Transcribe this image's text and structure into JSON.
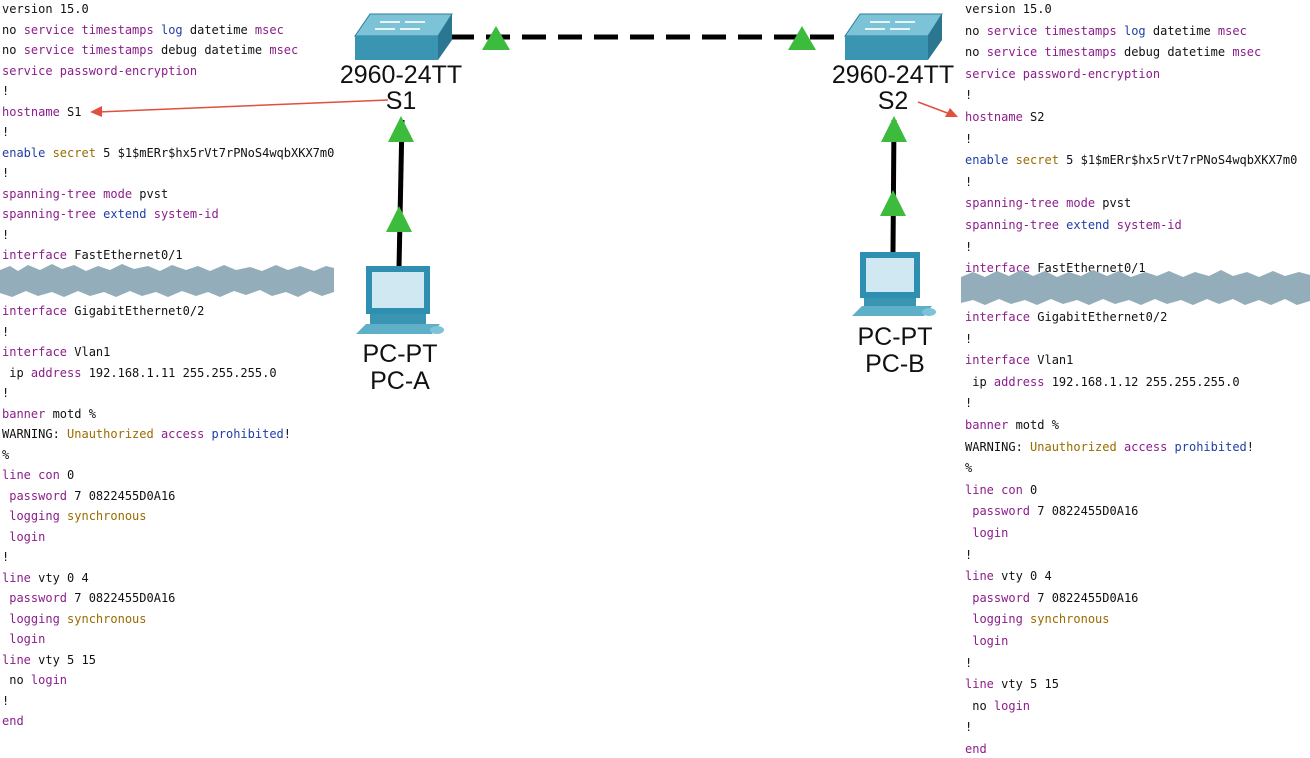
{
  "left_config": [
    [
      [
        "version ",
        ""
      ],
      [
        "15.0",
        ""
      ]
    ],
    [
      [
        "no ",
        ""
      ],
      [
        "service ",
        "kw"
      ],
      [
        "timestamps ",
        "kw"
      ],
      [
        "log ",
        "bl"
      ],
      [
        "datetime ",
        ""
      ],
      [
        "msec",
        "kw"
      ]
    ],
    [
      [
        "no ",
        ""
      ],
      [
        "service ",
        "kw"
      ],
      [
        "timestamps ",
        "kw"
      ],
      [
        "debug ",
        ""
      ],
      [
        "datetime ",
        ""
      ],
      [
        "msec",
        "kw"
      ]
    ],
    [
      [
        "service ",
        "kw"
      ],
      [
        "password-encryption",
        "kw"
      ]
    ],
    [
      [
        "!",
        ""
      ]
    ],
    [
      [
        "hostname ",
        "kw"
      ],
      [
        "S1",
        ""
      ]
    ],
    [
      [
        "!",
        ""
      ]
    ],
    [
      [
        "enable ",
        "bl"
      ],
      [
        "secret ",
        "ol"
      ],
      [
        "5 $1$mERr$hx5rVt7rPNoS4wqbXKX7m0",
        ""
      ]
    ],
    [
      [
        "!",
        ""
      ]
    ],
    [
      [
        "spanning-tree ",
        "kw"
      ],
      [
        "mode ",
        "kw"
      ],
      [
        "pvst",
        ""
      ]
    ],
    [
      [
        "spanning-tree ",
        "kw"
      ],
      [
        "extend ",
        "bl"
      ],
      [
        "system-id",
        "kw"
      ]
    ],
    [
      [
        "!",
        ""
      ]
    ],
    [
      [
        "interface ",
        "kw"
      ],
      [
        "FastEthernet0/1",
        ""
      ]
    ],
    [
      [
        "interface ",
        "kw"
      ],
      [
        "GigabitEthernet0/2",
        ""
      ]
    ],
    [
      [
        "!",
        ""
      ]
    ],
    [
      [
        "interface ",
        "kw"
      ],
      [
        "Vlan1",
        ""
      ]
    ],
    [
      [
        " ip ",
        ""
      ],
      [
        "address ",
        "kw"
      ],
      [
        "192.168.1.11 255.255.255.0",
        ""
      ]
    ],
    [
      [
        "!",
        ""
      ]
    ],
    [
      [
        "banner ",
        "kw"
      ],
      [
        "motd %",
        ""
      ]
    ],
    [
      [
        "WARNING",
        ""
      ],
      [
        ": ",
        ""
      ],
      [
        "Unauthorized ",
        "ol"
      ],
      [
        "access ",
        "kw"
      ],
      [
        "prohibited",
        "bl"
      ],
      [
        "!",
        ""
      ]
    ],
    [
      [
        "%",
        ""
      ]
    ],
    [
      [
        "line ",
        "kw"
      ],
      [
        "con ",
        "kw"
      ],
      [
        "0",
        ""
      ]
    ],
    [
      [
        " password ",
        "kw"
      ],
      [
        "7 0822455D0A16",
        ""
      ]
    ],
    [
      [
        " logging ",
        "kw"
      ],
      [
        "synchronous",
        "ol"
      ]
    ],
    [
      [
        " login",
        "kw"
      ]
    ],
    [
      [
        "!",
        ""
      ]
    ],
    [
      [
        "line ",
        "kw"
      ],
      [
        "vty ",
        ""
      ],
      [
        "0 4",
        ""
      ]
    ],
    [
      [
        " password ",
        "kw"
      ],
      [
        "7 0822455D0A16",
        ""
      ]
    ],
    [
      [
        " logging ",
        "kw"
      ],
      [
        "synchronous",
        "ol"
      ]
    ],
    [
      [
        " login",
        "kw"
      ]
    ],
    [
      [
        "line ",
        "kw"
      ],
      [
        "vty ",
        ""
      ],
      [
        "5 15",
        ""
      ]
    ],
    [
      [
        " no ",
        ""
      ],
      [
        "login",
        "kw"
      ]
    ],
    [
      [
        "!",
        ""
      ]
    ],
    [
      [
        "end",
        "kw"
      ]
    ]
  ],
  "right_config": [
    [
      [
        "version ",
        ""
      ],
      [
        "15.0",
        ""
      ]
    ],
    [
      [
        "no ",
        ""
      ],
      [
        "service ",
        "kw"
      ],
      [
        "timestamps ",
        "kw"
      ],
      [
        "log ",
        "bl"
      ],
      [
        "datetime ",
        ""
      ],
      [
        "msec",
        "kw"
      ]
    ],
    [
      [
        "no ",
        ""
      ],
      [
        "service ",
        "kw"
      ],
      [
        "timestamps ",
        "kw"
      ],
      [
        "debug ",
        ""
      ],
      [
        "datetime ",
        ""
      ],
      [
        "msec",
        "kw"
      ]
    ],
    [
      [
        "service ",
        "kw"
      ],
      [
        "password-encryption",
        "kw"
      ]
    ],
    [
      [
        "!",
        ""
      ]
    ],
    [
      [
        "hostname ",
        "kw"
      ],
      [
        "S2",
        ""
      ]
    ],
    [
      [
        "!",
        ""
      ]
    ],
    [
      [
        "enable ",
        "bl"
      ],
      [
        "secret ",
        "ol"
      ],
      [
        "5 $1$mERr$hx5rVt7rPNoS4wqbXKX7m0",
        ""
      ]
    ],
    [
      [
        "!",
        ""
      ]
    ],
    [
      [
        "spanning-tree ",
        "kw"
      ],
      [
        "mode ",
        "kw"
      ],
      [
        "pvst",
        ""
      ]
    ],
    [
      [
        "spanning-tree ",
        "kw"
      ],
      [
        "extend ",
        "bl"
      ],
      [
        "system-id",
        "kw"
      ]
    ],
    [
      [
        "!",
        ""
      ]
    ],
    [
      [
        "interface ",
        "kw"
      ],
      [
        "FastEthernet0/1",
        ""
      ]
    ],
    [
      [
        "interface ",
        "kw"
      ],
      [
        "GigabitEthernet0/2",
        ""
      ]
    ],
    [
      [
        "!",
        ""
      ]
    ],
    [
      [
        "interface ",
        "kw"
      ],
      [
        "Vlan1",
        ""
      ]
    ],
    [
      [
        " ip ",
        ""
      ],
      [
        "address ",
        "kw"
      ],
      [
        "192.168.1.12 255.255.255.0",
        ""
      ]
    ],
    [
      [
        "!",
        ""
      ]
    ],
    [
      [
        "banner ",
        "kw"
      ],
      [
        "motd %",
        ""
      ]
    ],
    [
      [
        "WARNING",
        ""
      ],
      [
        ": ",
        ""
      ],
      [
        "Unauthorized ",
        "ol"
      ],
      [
        "access ",
        "kw"
      ],
      [
        "prohibited",
        "bl"
      ],
      [
        "!",
        ""
      ]
    ],
    [
      [
        "%",
        ""
      ]
    ],
    [
      [
        "line ",
        "kw"
      ],
      [
        "con ",
        "kw"
      ],
      [
        "0",
        ""
      ]
    ],
    [
      [
        " password ",
        "kw"
      ],
      [
        "7 0822455D0A16",
        ""
      ]
    ],
    [
      [
        " login",
        "kw"
      ]
    ],
    [
      [
        "!",
        ""
      ]
    ],
    [
      [
        "line ",
        "kw"
      ],
      [
        "vty ",
        ""
      ],
      [
        "0 4",
        ""
      ]
    ],
    [
      [
        " password ",
        "kw"
      ],
      [
        "7 0822455D0A16",
        ""
      ]
    ],
    [
      [
        " logging ",
        "kw"
      ],
      [
        "synchronous",
        "ol"
      ]
    ],
    [
      [
        " login",
        "kw"
      ]
    ],
    [
      [
        "!",
        ""
      ]
    ],
    [
      [
        "line ",
        "kw"
      ],
      [
        "vty ",
        ""
      ],
      [
        "5 15",
        ""
      ]
    ],
    [
      [
        " no ",
        ""
      ],
      [
        "login",
        "kw"
      ]
    ],
    [
      [
        "!",
        ""
      ]
    ],
    [
      [
        "end",
        "kw"
      ]
    ]
  ],
  "devices": {
    "s1": {
      "model": "2960-24TT",
      "name": "S1"
    },
    "s2": {
      "model": "2960-24TT",
      "name": "S2"
    },
    "pca": {
      "model": "PC-PT",
      "name": "PC-A"
    },
    "pcb": {
      "model": "PC-PT",
      "name": "PC-B"
    }
  },
  "colors": {
    "switch": "#3a95b3",
    "link_up": "#3dbb3d",
    "tear": "#93aeba",
    "arrow": "#e0503f",
    "pc": "#2f8fb0"
  }
}
